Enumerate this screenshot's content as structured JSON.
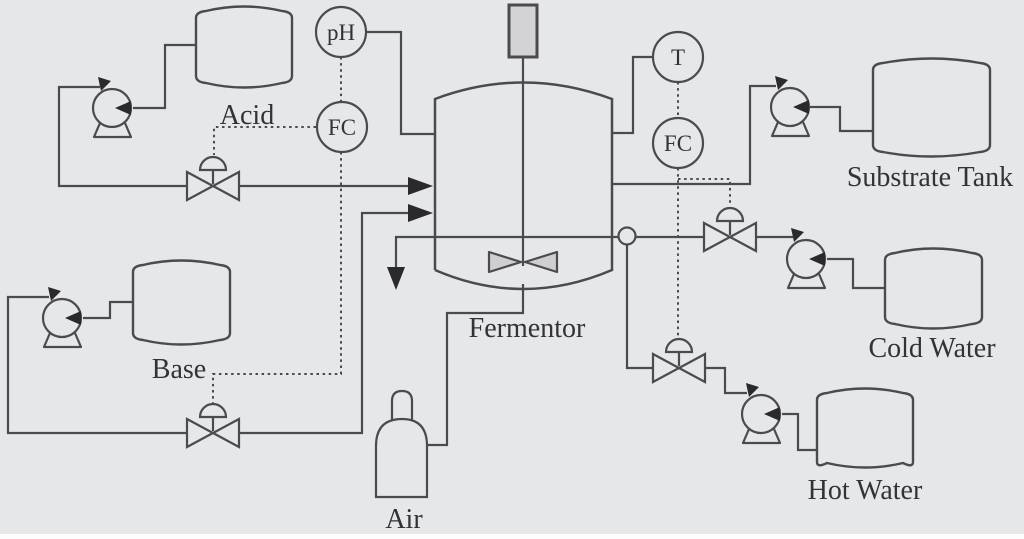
{
  "figure": {
    "labels": {
      "acid": "Acid",
      "base": "Base",
      "fermentor": "Fermentor",
      "air": "Air",
      "substrate_tank": "Substrate Tank",
      "cold_water": "Cold Water",
      "hot_water": "Hot Water"
    },
    "instruments": {
      "ph": "pH",
      "flow_controller_left": "FC",
      "temperature": "T",
      "flow_controller_right": "FC"
    },
    "colors": {
      "background": "#e6e7e9",
      "line": "#4b4b4d",
      "arrow": "#2a2a2c",
      "text": "#333335",
      "motor_fill": "#d3d3d5",
      "impeller_fill": "#cfcfd1",
      "footer": "#fdfdfd"
    }
  }
}
